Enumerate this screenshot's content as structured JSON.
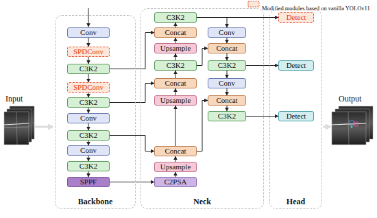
{
  "diagram": {
    "nodes": [
      {
        "text": [
          "Backbone"
        ]
      },
      {
        "text": [
          "Conv"
        ],
        "in": 0
      },
      {
        "text": [
          "SPDConv"
        ],
        "in": 0
      },
      {
        "text": [
          "C3K2"
        ],
        "in": 0
      },
      {
        "text": [
          "SPDConv"
        ],
        "in": 0
      },
      {
        "text": [
          "C3K2"
        ],
        "in": 0
      },
      {
        "text": [
          "Conv"
        ],
        "in": 0
      },
      {
        "text": [
          "C3K2"
        ],
        "in": 0
      },
      {
        "text": [
          "Conv"
        ],
        "in": 0
      },
      {
        "text": [
          "C3K2"
        ],
        "in": 0
      },
      {
        "text": [
          "SPPF"
        ],
        "in": 0
      },
      {
        "text": [
          "Neck"
        ]
      },
      {
        "text": [
          "C3K2"
        ],
        "in": 11
      },
      {
        "text": [
          "Concat"
        ],
        "in": 11
      },
      {
        "text": [
          "Upsample"
        ],
        "in": 11
      },
      {
        "text": [
          "C3K2"
        ],
        "in": 11
      },
      {
        "text": [
          "Concat"
        ],
        "in": 11
      },
      {
        "text": [
          "Upsample"
        ],
        "in": 11
      },
      {
        "text": [
          "Concat"
        ],
        "in": 11
      },
      {
        "text": [
          "Upsample"
        ],
        "in": 11
      },
      {
        "text": [
          "C2PSA"
        ],
        "in": 11
      },
      {
        "text": [
          "Conv"
        ],
        "in": 11
      },
      {
        "text": [
          "Concat"
        ],
        "in": 11
      },
      {
        "text": [
          "C3K2"
        ],
        "in": 11
      },
      {
        "text": [
          "Conv"
        ],
        "in": 11
      },
      {
        "text": [
          "Concat"
        ],
        "in": 11
      },
      {
        "text": [
          "C3K2"
        ],
        "in": 11
      },
      {
        "text": [
          "Head"
        ]
      },
      {
        "text": [
          "Detect"
        ],
        "in": 27
      },
      {
        "text": [
          "Detect"
        ],
        "in": 27
      },
      {
        "text": [
          "Detect"
        ],
        "in": 27
      }
    ],
    "edges": [
      {
        "from": 1,
        "to": 2,
        "arrow": "to"
      },
      {
        "from": 2,
        "to": 3,
        "arrow": "to"
      },
      {
        "from": 3,
        "to": 4,
        "arrow": "to"
      },
      {
        "from": 4,
        "to": 5,
        "arrow": "to"
      },
      {
        "from": 5,
        "to": 6,
        "arrow": "to"
      },
      {
        "from": 6,
        "to": 7,
        "arrow": "to"
      },
      {
        "from": 7,
        "to": 8,
        "arrow": "to"
      },
      {
        "from": 8,
        "to": 9,
        "arrow": "to"
      },
      {
        "from": 9,
        "to": 10,
        "arrow": "to"
      },
      {
        "from": 10,
        "to": 20,
        "arrow": "to"
      },
      {
        "from": 20,
        "to": 19,
        "arrow": "to"
      },
      {
        "from": 19,
        "to": 18,
        "arrow": "to"
      },
      {
        "from": 18,
        "to": 17,
        "arrow": "to"
      },
      {
        "from": 17,
        "to": 16,
        "arrow": "to"
      },
      {
        "from": 16,
        "to": 15,
        "arrow": "to"
      },
      {
        "from": 15,
        "to": 14,
        "arrow": "to"
      },
      {
        "from": 14,
        "to": 13,
        "arrow": "to"
      },
      {
        "from": 13,
        "to": 12,
        "arrow": "to"
      },
      {
        "from": 3,
        "to": 13,
        "arrow": "to"
      },
      {
        "from": 5,
        "to": 16,
        "arrow": "to"
      },
      {
        "from": 7,
        "to": 18,
        "arrow": "to"
      },
      {
        "from": 12,
        "to": 28,
        "arrow": "to"
      },
      {
        "from": 12,
        "to": 21,
        "arrow": "to"
      },
      {
        "from": 21,
        "to": 22,
        "arrow": "to"
      },
      {
        "from": 22,
        "to": 23,
        "arrow": "to"
      },
      {
        "from": 23,
        "to": 24,
        "arrow": "to"
      },
      {
        "from": 24,
        "to": 25,
        "arrow": "to"
      },
      {
        "from": 25,
        "to": 26,
        "arrow": "to"
      },
      {
        "from": 15,
        "to": 22,
        "arrow": "to"
      },
      {
        "from": 18,
        "to": 25,
        "arrow": "to"
      },
      {
        "from": 23,
        "to": 29,
        "arrow": "to"
      },
      {
        "from": 26,
        "to": 30,
        "arrow": "to"
      }
    ],
    "labels": [
      "Input",
      "Output"
    ],
    "legend": [
      {
        "text": "Modified modules based on vanilla YOLOv11"
      }
    ]
  }
}
